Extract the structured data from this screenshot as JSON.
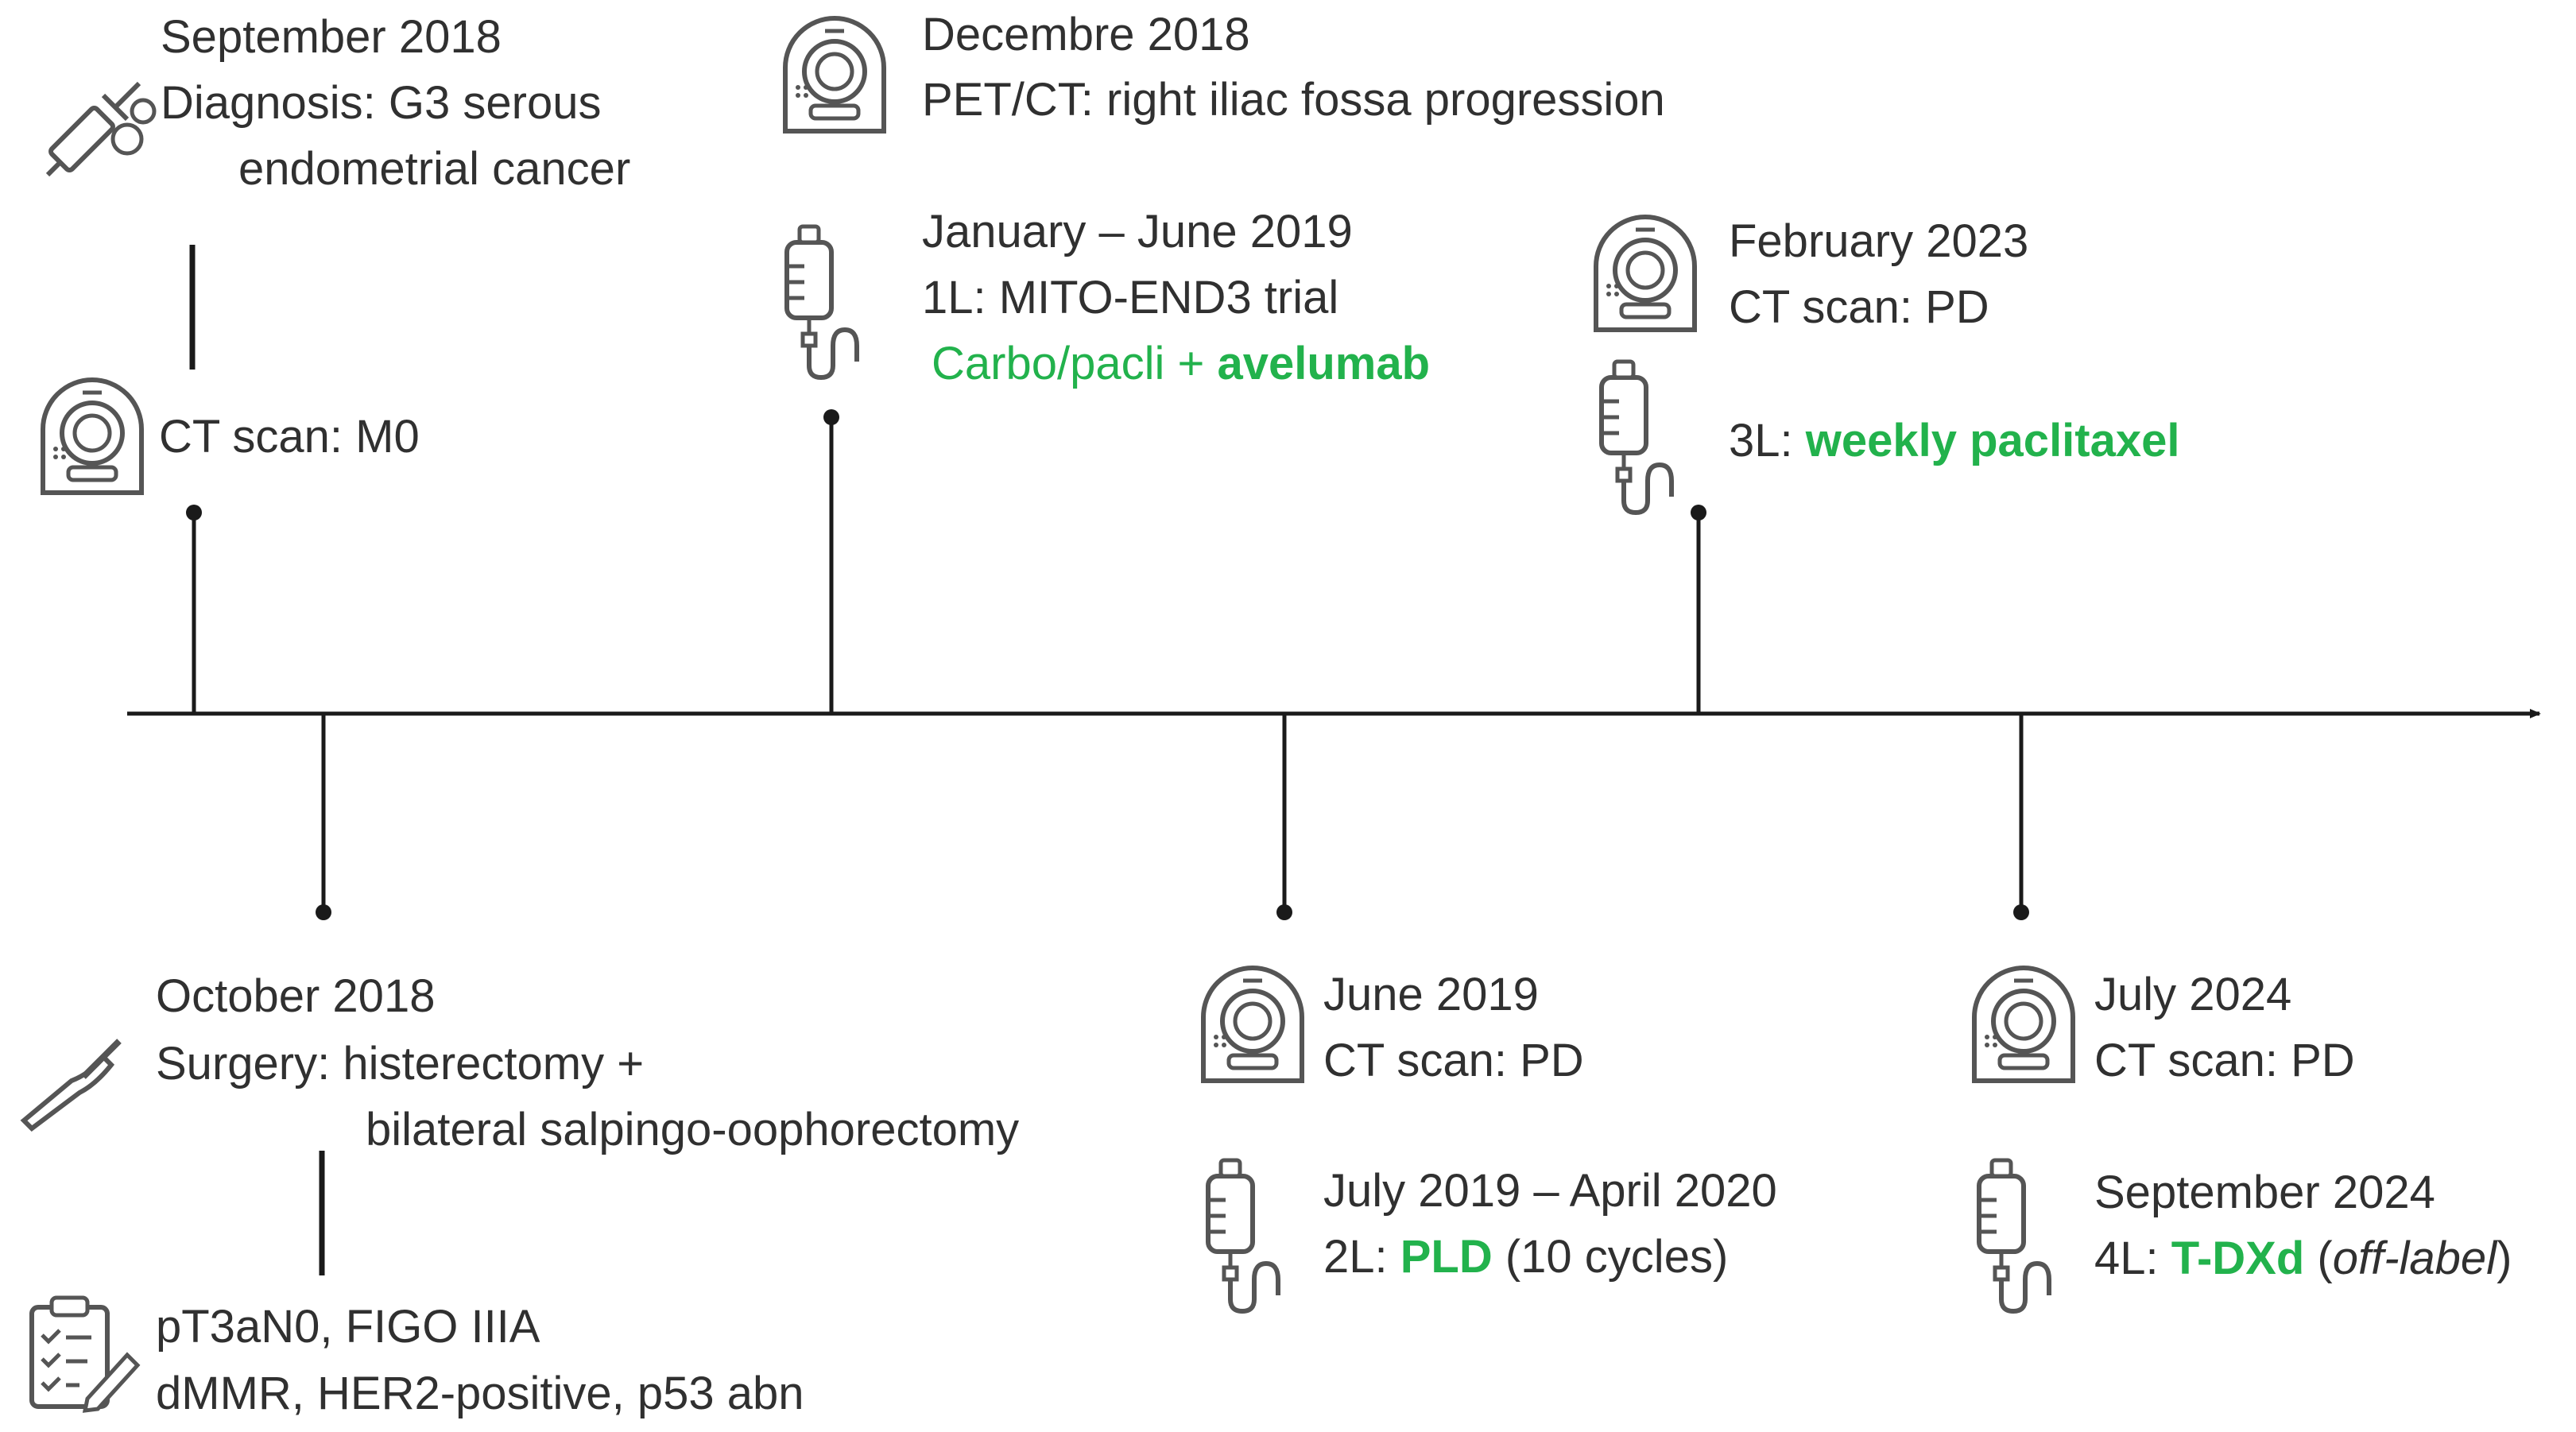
{
  "colors": {
    "text": "#303030",
    "accent_green": "#22b24c",
    "line": "#1a1a1a",
    "icon": "#555555"
  },
  "events": {
    "sep2018": {
      "date": "September 2018",
      "line1": "Diagnosis: G3 serous",
      "line2": "endometrial cancer",
      "icon": "syringe-icon"
    },
    "ct_m0": {
      "text": "CT scan: M0",
      "icon": "ct-scanner-icon"
    },
    "oct2018": {
      "date": "October 2018",
      "line1": "Surgery: histerectomy +",
      "line2": "bilateral salpingo-oophorectomy",
      "icon": "scalpel-icon"
    },
    "pathology": {
      "line1": "pT3aN0, FIGO IIIA",
      "line2": "dMMR, HER2-positive, p53 abn",
      "icon": "clipboard-checklist-icon"
    },
    "dec2018": {
      "date": "Decembre 2018",
      "text": "PET/CT: right iliac fossa progression",
      "icon": "ct-scanner-icon"
    },
    "jan2019": {
      "date": "January – June 2019",
      "line1": "1L:  MITO-END3 trial",
      "therapy_a": "Carbo/pacli + ",
      "therapy_b": "avelumab",
      "icon": "iv-drip-icon"
    },
    "jun2019": {
      "date": "June 2019",
      "text": "CT scan: PD",
      "icon": "ct-scanner-icon"
    },
    "jul2019": {
      "date": "July 2019 – April 2020",
      "prefix": "2L: ",
      "drug": "PLD",
      "suffix": " (10 cycles)",
      "icon": "iv-drip-icon"
    },
    "feb2023": {
      "date": "February 2023",
      "text": "CT scan: PD",
      "icon": "ct-scanner-icon"
    },
    "third_line": {
      "prefix": "3L: ",
      "drug": "weekly paclitaxel",
      "icon": "iv-drip-icon"
    },
    "jul2024": {
      "date": "July 2024",
      "text": "CT scan: PD",
      "icon": "ct-scanner-icon"
    },
    "sep2024": {
      "date": "September 2024",
      "prefix": "4L: ",
      "drug": "T-DXd",
      "open": " (",
      "note": "off-label",
      "close": ")",
      "icon": "iv-drip-icon"
    }
  }
}
